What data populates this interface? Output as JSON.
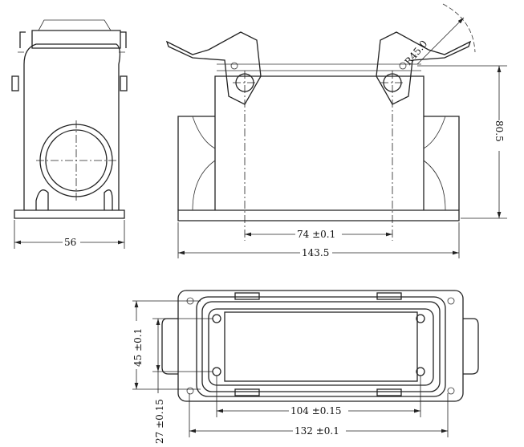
{
  "drawing": {
    "side_view": {
      "width_label": "56"
    },
    "front_view": {
      "pin_spacing_label": "74 ±0.1",
      "overall_length_label": "143.5",
      "height_label": "80.5",
      "lever_radius_label": "R45.0"
    },
    "top_view": {
      "outer_height_label": "45 ±0.1",
      "inner_height_label": "27 ±0.15",
      "inner_length_label": "104 ±0.15",
      "outer_length_label": "132 ±0.1"
    }
  }
}
